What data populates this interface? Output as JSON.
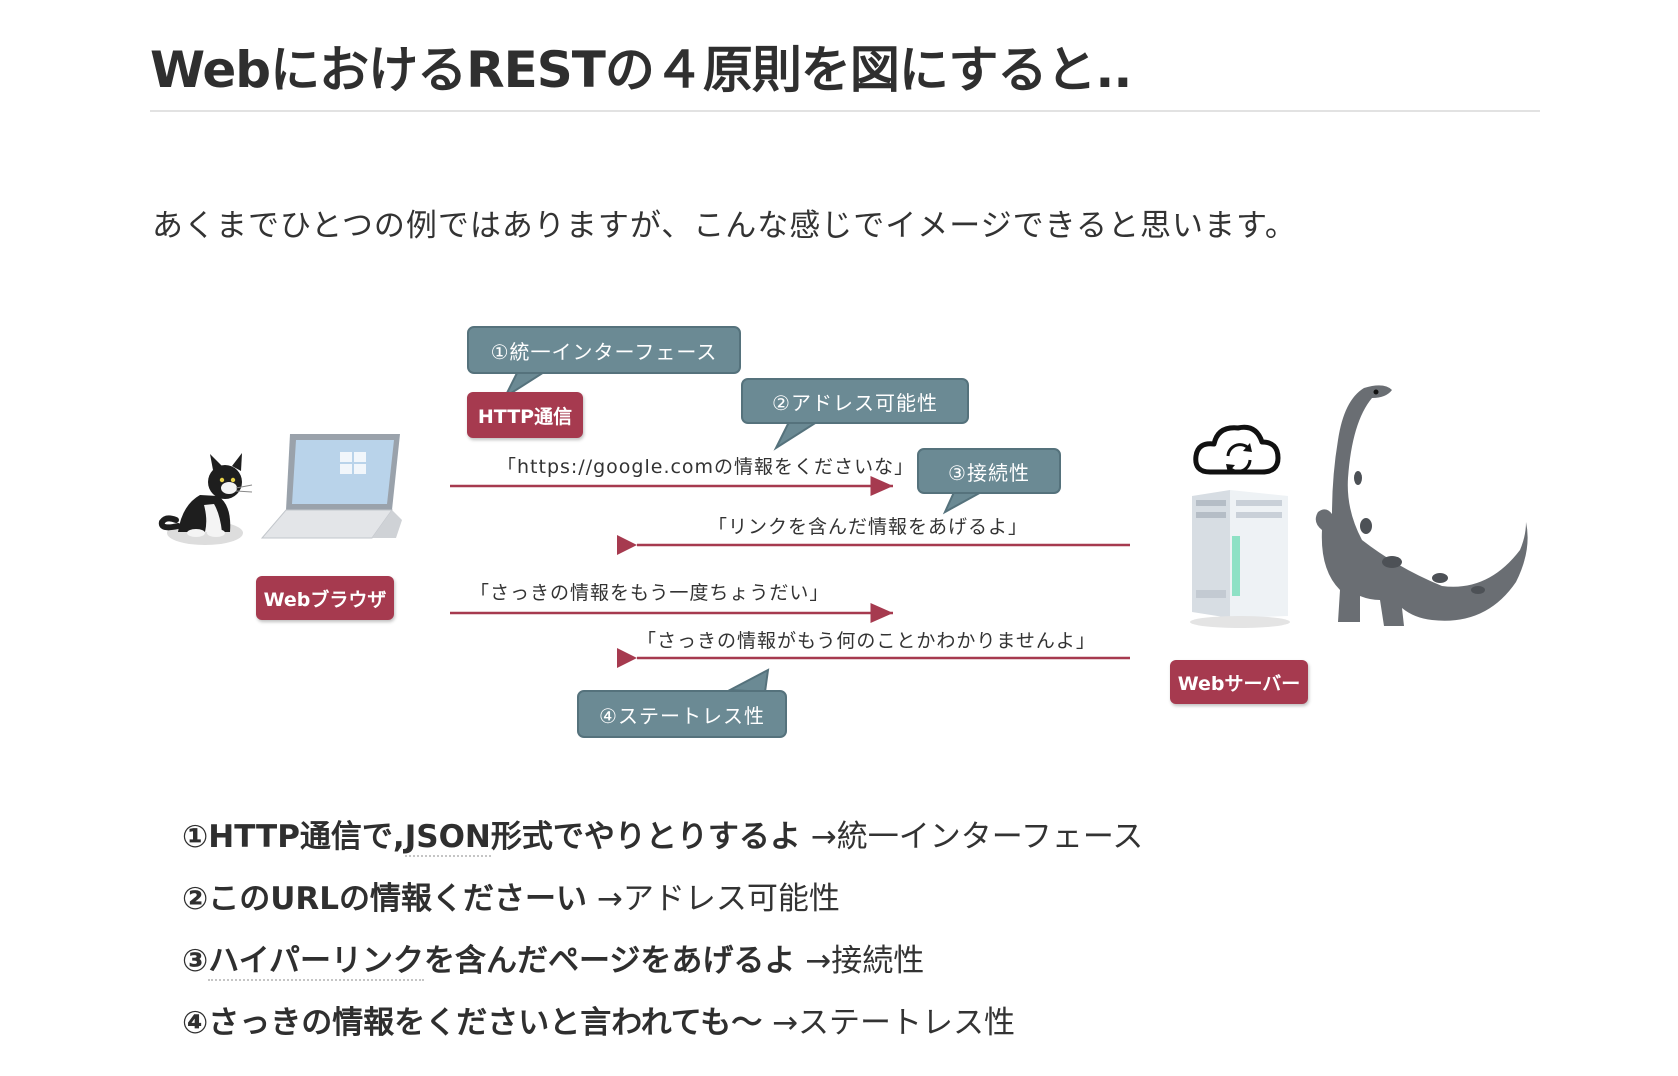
{
  "title": "WebにおけるRESTの４原則を図にすると..",
  "intro": "あくまでひとつの例ではありますが、こんな感じでイメージできると思います。",
  "diagram": {
    "browser_label": "Webブラウザ",
    "server_label": "Webサーバー",
    "http_label": "HTTP通信",
    "bubbles": {
      "uniform_interface": "①統一インターフェース",
      "addressability": "②アドレス可能性",
      "connectivity": "③接続性",
      "statelessness": "④ステートレス性"
    },
    "messages": {
      "request1": "「https://google.comの情報をくださいな」",
      "response1": "「リンクを含んだ情報をあげるよ」",
      "request2": "「さっきの情報をもう一度ちょうだい」",
      "response2": "「さっきの情報がもう何のことかわかりませんよ」"
    },
    "colors": {
      "accent_red": "#a63a4f",
      "bubble_gray": "#6b8a94"
    },
    "icons": [
      "cat-icon",
      "laptop-icon",
      "cloud-sync-icon",
      "server-icon",
      "dinosaur-icon"
    ]
  },
  "summary": [
    {
      "bold_pre": "①HTTP通信で,",
      "bold_underlined": "JSON",
      "bold_post": "形式でやりとりするよ",
      "light": " →統一インターフェース"
    },
    {
      "bold_pre": "②このURLの情報くださーい",
      "bold_underlined": "",
      "bold_post": "",
      "light": " →アドレス可能性"
    },
    {
      "bold_pre": "③",
      "bold_underlined": "ハイパーリンク",
      "bold_post": "を含んだページをあげるよ",
      "light": " →接続性"
    },
    {
      "bold_pre": "④さっきの情報をくださいと言われても〜",
      "bold_underlined": "",
      "bold_post": "",
      "light": " →ステートレス性"
    }
  ]
}
